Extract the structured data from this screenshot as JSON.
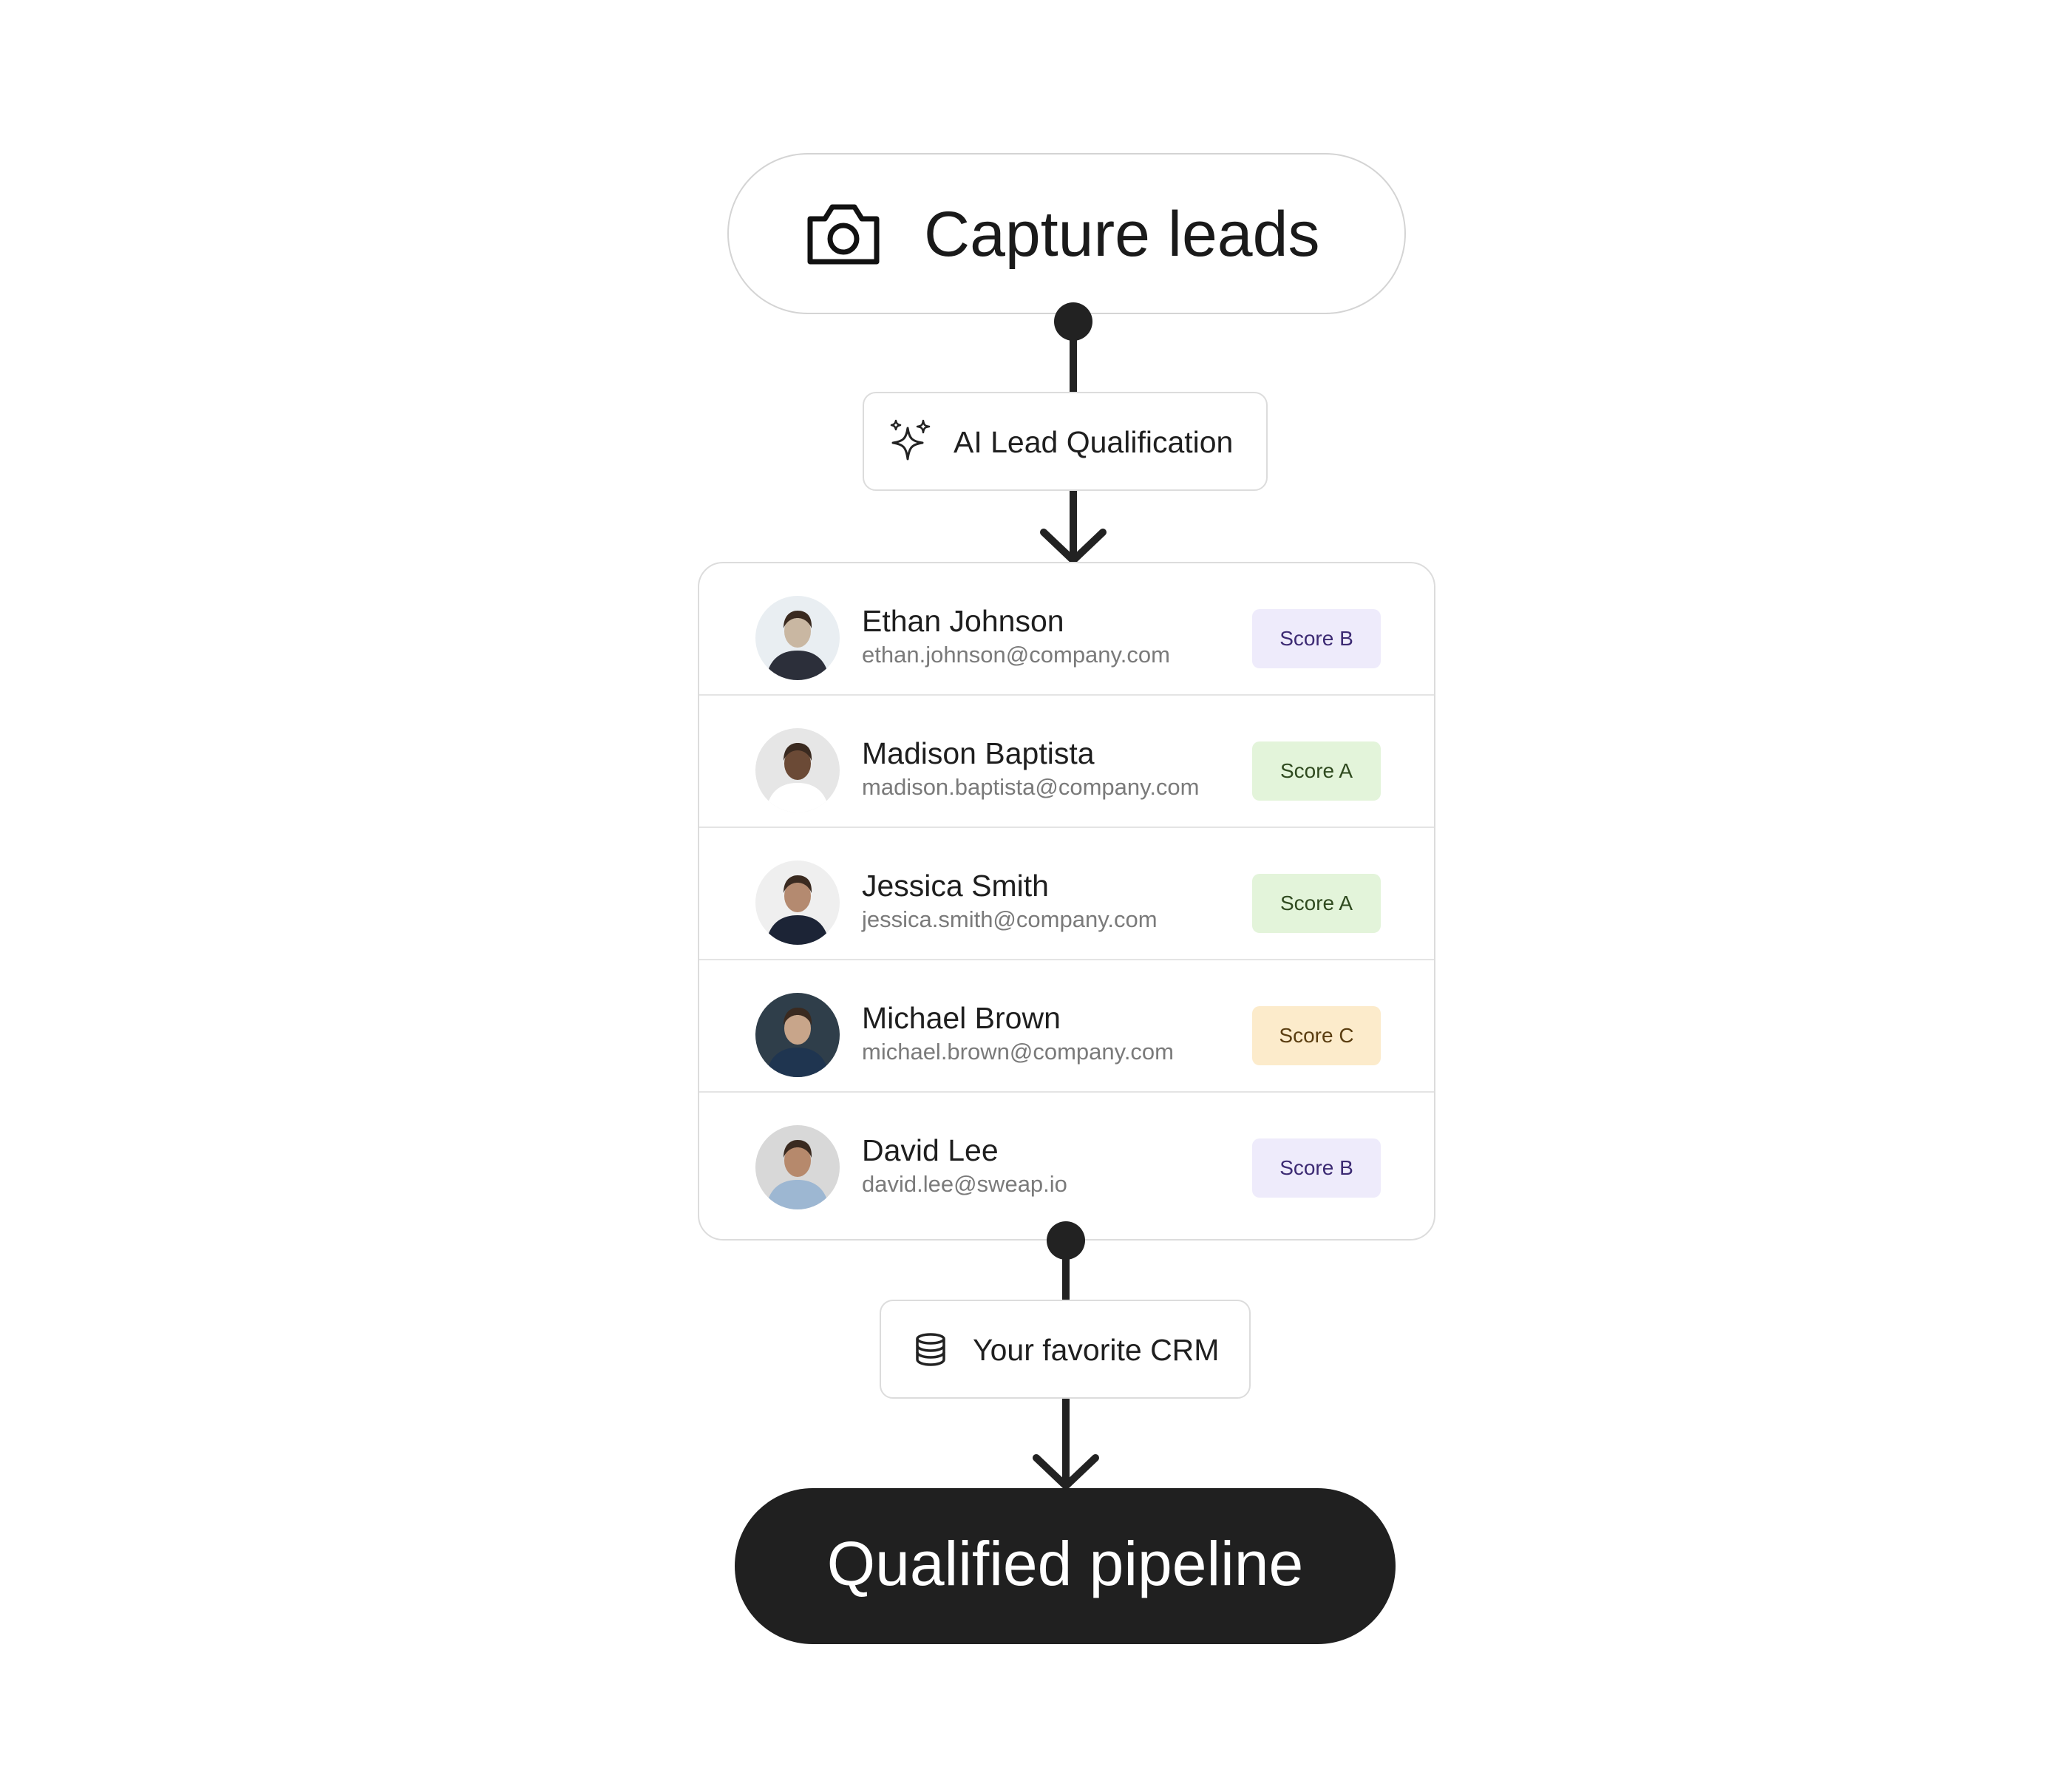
{
  "capture": {
    "label": "Capture leads",
    "icon": "camera-icon"
  },
  "ai_step": {
    "label": "AI Lead Qualification",
    "icon": "sparkles-icon"
  },
  "leads": [
    {
      "name": "Ethan Johnson",
      "email": "ethan.johnson@company.com",
      "score": "Score B",
      "avatar_color": "#c9b7a2",
      "shirt_color": "#2c2f3a",
      "bg_color": "#e9eef2",
      "badge_bg": "#eeebfb",
      "badge_fg": "#3c2a73"
    },
    {
      "name": "Madison Baptista",
      "email": "madison.baptista@company.com",
      "score": "Score A",
      "avatar_color": "#6b4a36",
      "shirt_color": "#ffffff",
      "bg_color": "#e6e6e6",
      "badge_bg": "#e3f4da",
      "badge_fg": "#2f4a1f"
    },
    {
      "name": "Jessica Smith",
      "email": "jessica.smith@company.com",
      "score": "Score A",
      "avatar_color": "#b48a70",
      "shirt_color": "#1c2436",
      "bg_color": "#efefef",
      "badge_bg": "#e3f4da",
      "badge_fg": "#2f4a1f"
    },
    {
      "name": "Michael Brown",
      "email": "michael.brown@company.com",
      "score": "Score C",
      "avatar_color": "#c8a58a",
      "shirt_color": "#1f3550",
      "bg_color": "#2f3e4a",
      "badge_bg": "#fcebcb",
      "badge_fg": "#5a3d10"
    },
    {
      "name": "David Lee",
      "email": "david.lee@sweap.io",
      "score": "Score B",
      "avatar_color": "#b6896c",
      "shirt_color": "#9db7d2",
      "bg_color": "#d8d8d8",
      "badge_bg": "#eeebfb",
      "badge_fg": "#3c2a73"
    }
  ],
  "crm_step": {
    "label": "Your favorite CRM",
    "icon": "database-icon"
  },
  "output": {
    "label": "Qualified pipeline"
  }
}
